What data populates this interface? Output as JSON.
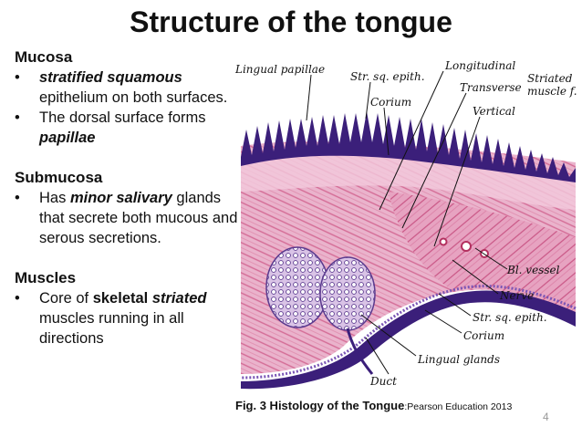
{
  "title": "Structure of the tongue",
  "mucosa": {
    "heading": "Mucosa",
    "b1": {
      "bullet": "•",
      "em": "stratified squamous",
      "rest": "epithelium on both surfaces."
    },
    "b2": {
      "bullet": "•",
      "text": "The dorsal surface forms",
      "em": "papillae"
    }
  },
  "submucosa": {
    "heading": "Submucosa",
    "b1": {
      "bullet": "•",
      "pre": "Has",
      "em": "minor salivary",
      "rest": "glands that secrete both mucous and serous secretions."
    }
  },
  "muscles": {
    "heading": "Muscles",
    "b1": {
      "bullet": "•",
      "pre": "Core of",
      "strong": "skeletal",
      "em": "striated",
      "rest": "muscles running in all directions"
    }
  },
  "figure": {
    "labels": {
      "lingual_papillae": "Lingual papillae",
      "str_sq_epith_top": "Str. sq. epith.",
      "corium_top": "Corium",
      "longitudinal": "Longitudinal",
      "transverse": "Transverse",
      "vertical": "Vertical",
      "striated_muscle_1": "Striated",
      "striated_muscle_2": "muscle f.",
      "bl_vessel": "Bl. vessel",
      "nerve": "Nerve",
      "str_sq_epith_bottom": "Str. sq. epith.",
      "corium_bottom": "Corium",
      "lingual_glands": "Lingual glands",
      "duct": "Duct"
    },
    "colors": {
      "epithelium": "#3b1f7a",
      "corium": "#e8a6c4",
      "muscle": "#d9688f",
      "gland": "#c9a8d8"
    }
  },
  "caption": {
    "main": "Fig. 3 Histology of the Tongue",
    "source": ":Pearson Education 2013"
  },
  "page_number": "4"
}
